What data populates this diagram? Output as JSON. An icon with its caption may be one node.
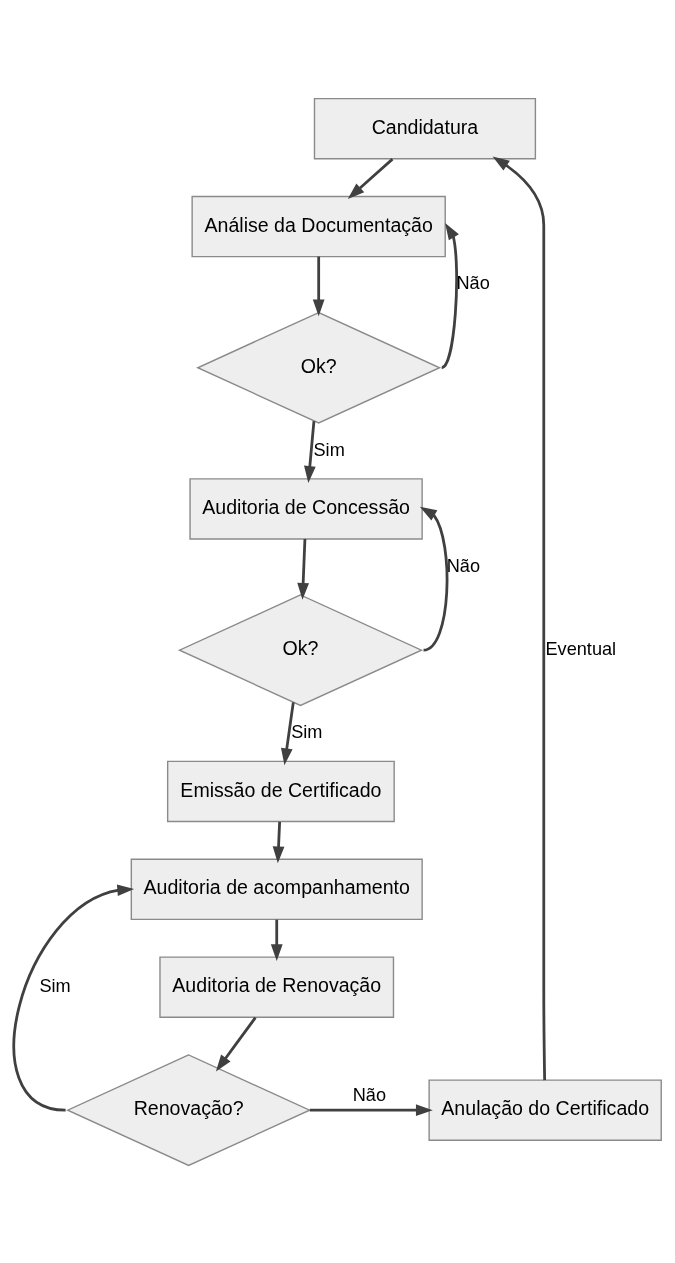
{
  "diagram": {
    "nodes": [
      {
        "text": [
          "Candidatura"
        ]
      },
      {
        "text": [
          "Análise da Documentação"
        ]
      },
      {
        "text": [
          "Ok?"
        ]
      },
      {
        "text": [
          "Auditoria de Concessão"
        ]
      },
      {
        "text": [
          "Ok?"
        ]
      },
      {
        "text": [
          "Emissão de Certificado"
        ]
      },
      {
        "text": [
          "Auditoria de acompanhamento"
        ]
      },
      {
        "text": [
          "Auditoria de Renovação"
        ]
      },
      {
        "text": [
          "Renovação?"
        ]
      },
      {
        "text": [
          "Anulação do Certificado"
        ]
      }
    ],
    "edges": [
      {
        "from": 0,
        "to": 1,
        "arrow": "to"
      },
      {
        "from": 1,
        "to": 2,
        "arrow": "to"
      },
      {
        "from": 2,
        "to": 1,
        "arrow": "to",
        "label": "Não"
      },
      {
        "from": 2,
        "to": 3,
        "arrow": "to",
        "label": "Sim"
      },
      {
        "from": 3,
        "to": 4,
        "arrow": "to"
      },
      {
        "from": 4,
        "to": 3,
        "arrow": "to",
        "label": "Não"
      },
      {
        "from": 4,
        "to": 5,
        "arrow": "to",
        "label": "Sim"
      },
      {
        "from": 5,
        "to": 6,
        "arrow": "to"
      },
      {
        "from": 6,
        "to": 7,
        "arrow": "to"
      },
      {
        "from": 7,
        "to": 8,
        "arrow": "to"
      },
      {
        "from": 8,
        "to": 6,
        "arrow": "to",
        "label": "Sim"
      },
      {
        "from": 8,
        "to": 9,
        "arrow": "to",
        "label": "Não"
      },
      {
        "from": 9,
        "to": 0,
        "arrow": "to",
        "label": "Eventual"
      }
    ]
  }
}
